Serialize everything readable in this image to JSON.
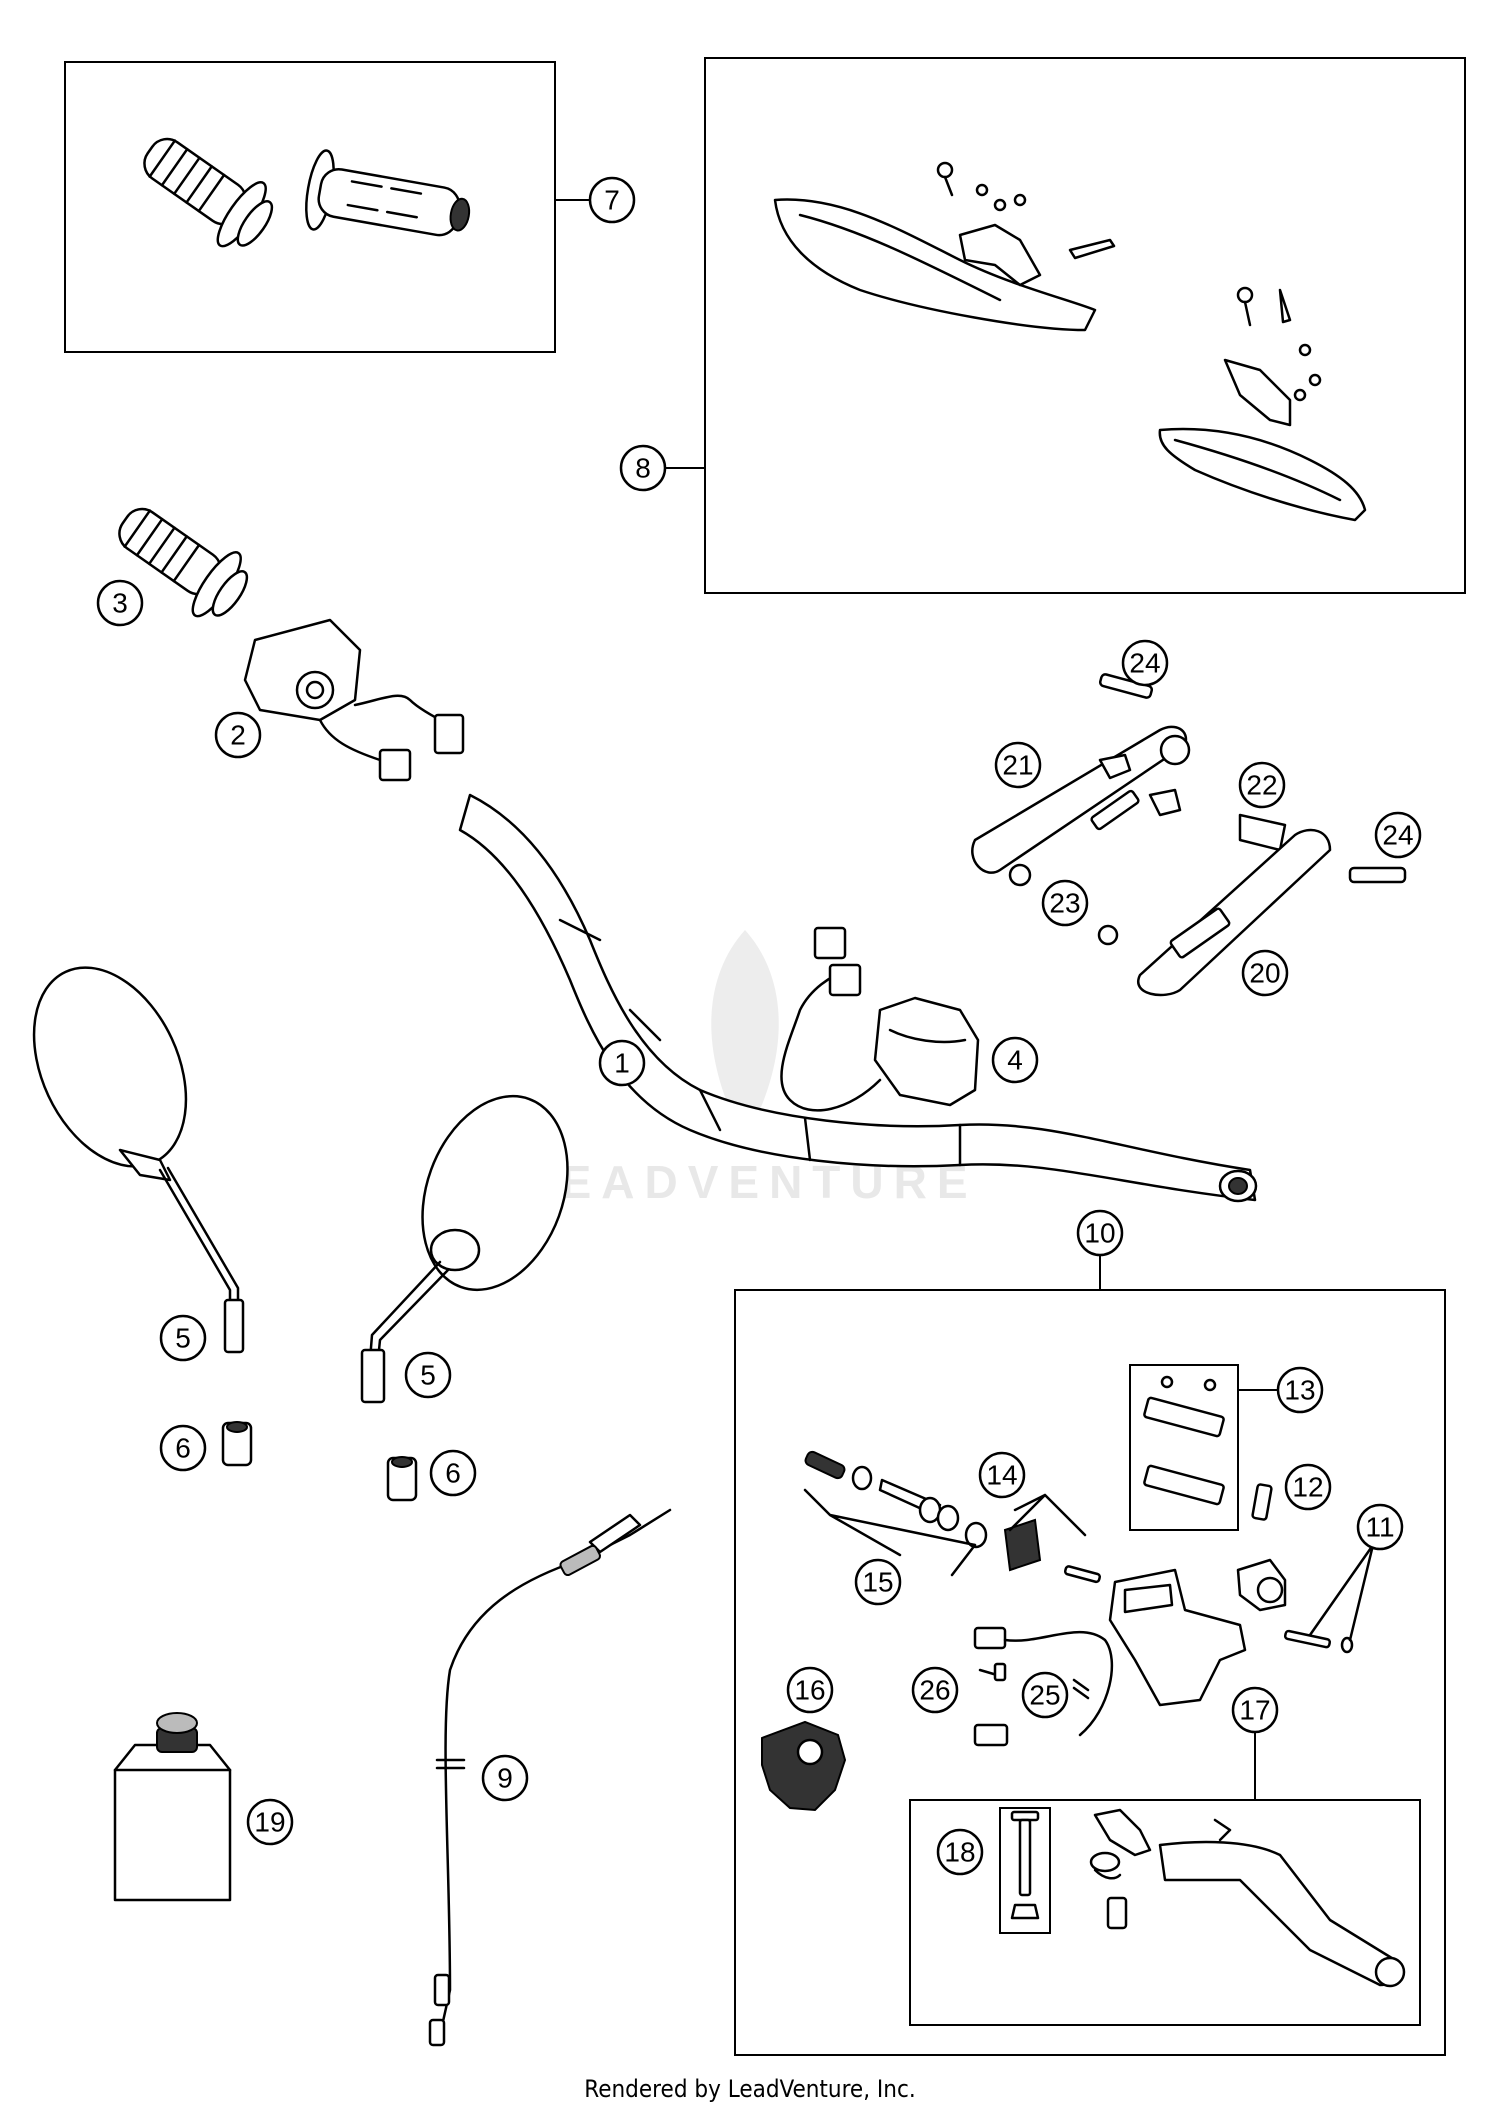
{
  "callouts": {
    "c1": "1",
    "c2": "2",
    "c3": "3",
    "c4": "4",
    "c5a": "5",
    "c5b": "5",
    "c6a": "6",
    "c6b": "6",
    "c7": "7",
    "c8": "8",
    "c9": "9",
    "c10": "10",
    "c11": "11",
    "c12": "12",
    "c13": "13",
    "c14": "14",
    "c15": "15",
    "c16": "16",
    "c17": "17",
    "c18": "18",
    "c19": "19",
    "c20": "20",
    "c21": "21",
    "c22": "22",
    "c23": "23",
    "c24a": "24",
    "c24b": "24",
    "c25": "25",
    "c26": "26"
  },
  "watermark": "LEADVENTURE",
  "footer": "Rendered by LeadVenture, Inc."
}
